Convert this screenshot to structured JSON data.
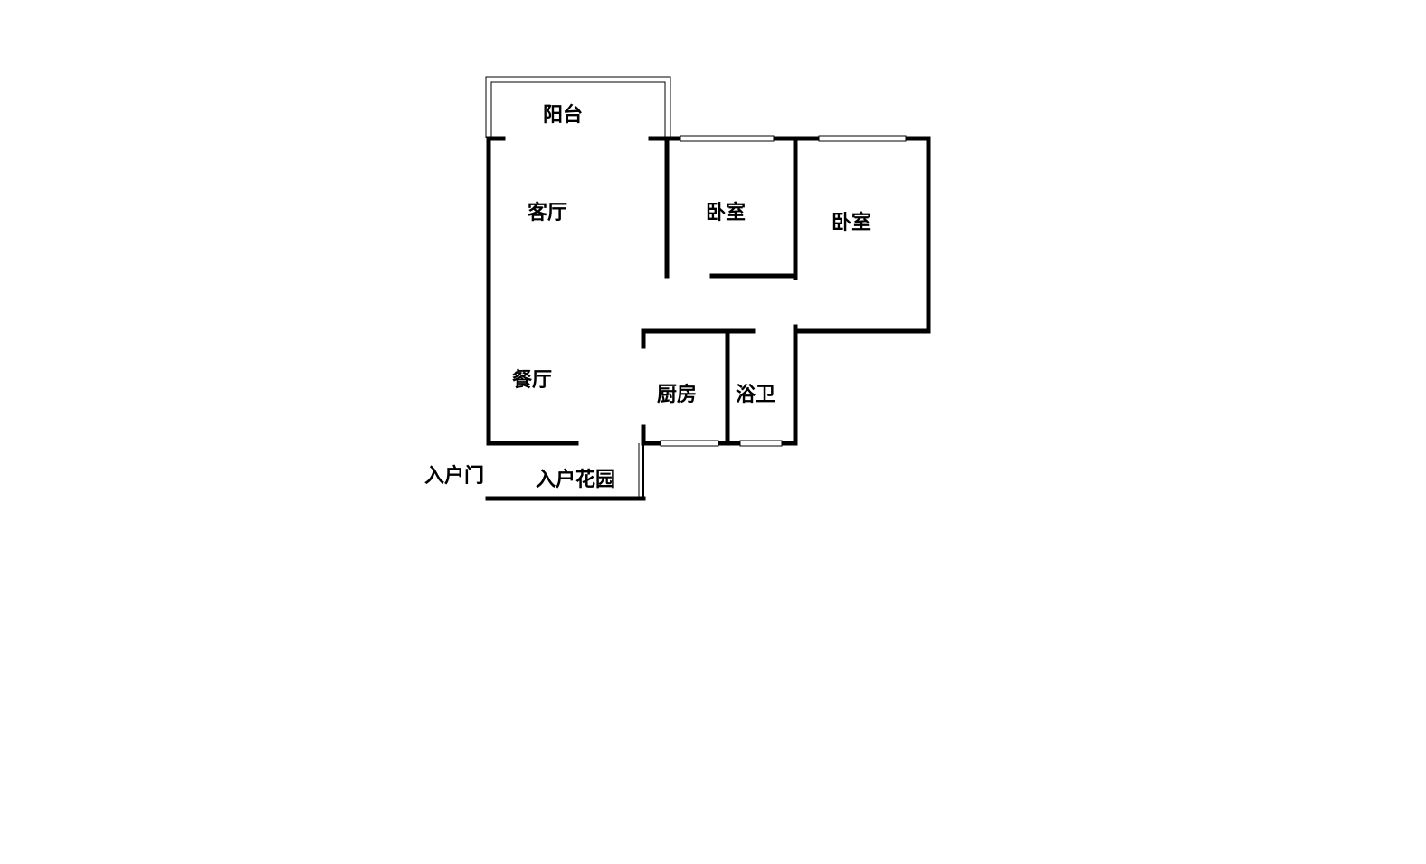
{
  "colors": {
    "wall": "#000000",
    "window": "#000000",
    "background": "#ffffff"
  },
  "rooms": {
    "balcony": "阳台",
    "living_room": "客厅",
    "bedroom_1": "卧室",
    "bedroom_2": "卧室",
    "dining_room": "餐厅",
    "kitchen": "厨房",
    "bathroom": "浴卫",
    "entry_door": "入户门",
    "entry_garden": "入户花园"
  }
}
